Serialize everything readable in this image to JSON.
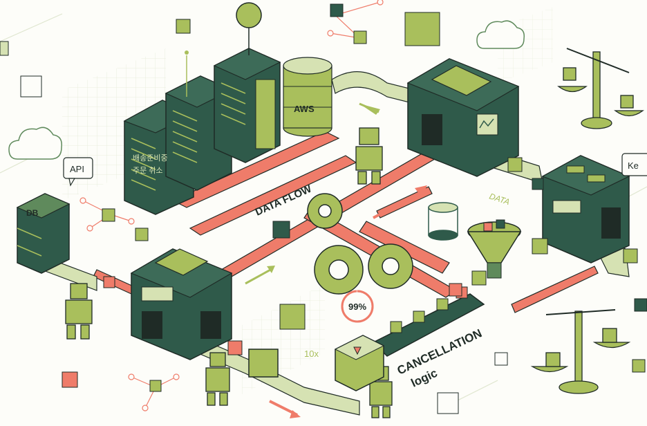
{
  "labels": {
    "db": "DB",
    "api": "API",
    "aws": "AWS",
    "server_text_line1": "배송준비중",
    "server_text_line2": "주문 취소",
    "data_flow": "DATA FLOW",
    "data_small": "DATA",
    "percent": "99%",
    "multiplier": "10x",
    "cancellation_line1": "CANCELLATION",
    "cancellation_line2": "logic",
    "corner_tag": "Ke"
  },
  "progress": {
    "value": 0.99
  },
  "colors": {
    "dark_green": "#2f5a4a",
    "mid_green": "#5f8a5c",
    "lime": "#a9bf5c",
    "light_green": "#d6e2b3",
    "coral": "#ef7c6a",
    "outline": "#1f2b26",
    "background": "#fdfdf9"
  },
  "icons": [
    "cloud-icon",
    "gear-icon",
    "robot-icon",
    "scale-icon",
    "funnel-icon",
    "network-icon",
    "database-icon",
    "server-rack-icon"
  ]
}
